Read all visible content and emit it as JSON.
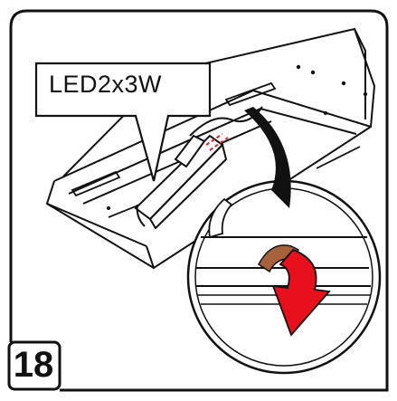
{
  "diagram": {
    "callout": {
      "label": "LED2x3W"
    },
    "step": {
      "number": "18"
    },
    "colors": {
      "stroke": "#111111",
      "arrow_fill": "#e8101c",
      "arrow_shadow": "#a8623b",
      "wiring_accent": "#d8262e",
      "panel_fill": "#ffffff"
    },
    "icons": {
      "rotate-arrow": "curved-red-arrow-icon",
      "magnifier": "zoom-detail-circle"
    }
  }
}
